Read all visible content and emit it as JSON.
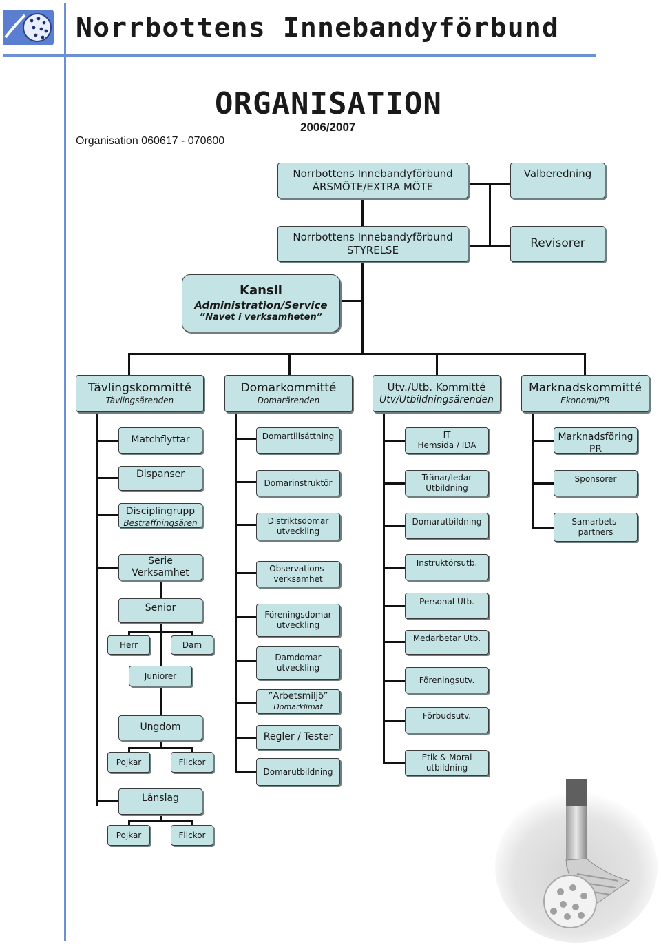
{
  "header": {
    "title": "Norrbottens Innebandyförbund",
    "org_title": "ORGANISATION",
    "season": "2006/2007",
    "period": "Organisation 060617 - 070600"
  },
  "top": {
    "arsmote": [
      "Norrbottens Innebandyförbund",
      "ÅRSMÖTE/EXTRA MÖTE"
    ],
    "valberedning": "Valberedning",
    "styrelse": [
      "Norrbottens Innebandyförbund",
      "STYRELSE"
    ],
    "revisorer": "Revisorer",
    "kansli": [
      "Kansli",
      "Administration/Service",
      "”Navet i verksamheten”"
    ]
  },
  "committees": {
    "tavling": [
      "Tävlingskommitté",
      "Tävlingsärenden"
    ],
    "domar": [
      "Domarkommitté",
      "Domarärenden"
    ],
    "utv": [
      "Utv./Utb. Kommitté",
      "Utv/Utbildningsärenden"
    ],
    "marknad": [
      "Marknadskommitté",
      "Ekonomi/PR"
    ]
  },
  "tavling_items": {
    "matchflyttar": "Matchflyttar",
    "dispanser": "Dispanser",
    "disciplin": [
      "Disciplingrupp",
      "Bestraffningsären"
    ],
    "serie": [
      "Serie",
      "Verksamhet"
    ],
    "senior": "Senior",
    "herr": "Herr",
    "dam": "Dam",
    "juniorer": "Juniorer",
    "ungdom": "Ungdom",
    "pojkar1": "Pojkar",
    "flickor1": "Flickor",
    "lanslag": "Länslag",
    "pojkar2": "Pojkar",
    "flickor2": "Flickor"
  },
  "domar_items": [
    [
      "Domartillsättning"
    ],
    [
      "Domarinstruktör"
    ],
    [
      "Distriktsdomar",
      "utveckling"
    ],
    [
      "Observations-",
      "verksamhet"
    ],
    [
      "Föreningsdomar",
      "utveckling"
    ],
    [
      "Damdomar",
      "utveckling"
    ],
    [
      "”Arbetsmiljö”",
      "Domarklimat"
    ],
    [
      "Regler / Tester"
    ],
    [
      "Domarutbildning"
    ]
  ],
  "utv_items": [
    [
      "IT",
      "Hemsida / IDA"
    ],
    [
      "Tränar/ledar",
      "Utbildning"
    ],
    [
      "Domarutbildning"
    ],
    [
      "Instruktörsutb."
    ],
    [
      "Personal Utb."
    ],
    [
      "Medarbetar Utb."
    ],
    [
      "Föreningsutv."
    ],
    [
      "Förbudsutv."
    ],
    [
      "Etik & Moral",
      "utbildning"
    ]
  ],
  "marknad_items": [
    [
      "Marknadsföring",
      "PR"
    ],
    [
      "Sponsorer"
    ],
    [
      "Samarbets-",
      "partners"
    ]
  ],
  "colors": {
    "box_fill": "#c4e3e5",
    "accent_rule": "#6d8fd6",
    "connector": "#111111"
  }
}
